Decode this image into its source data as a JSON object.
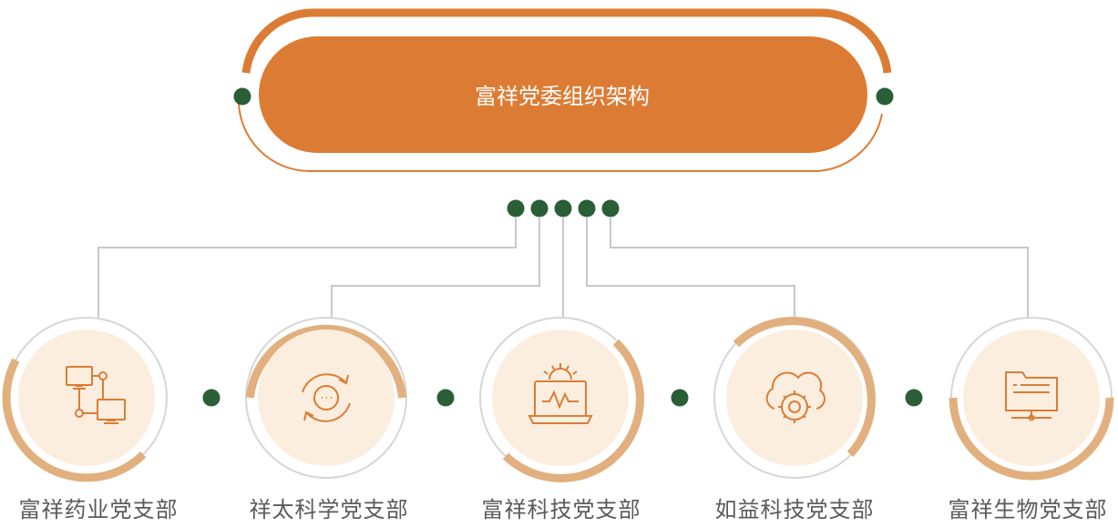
{
  "org": {
    "title": "富祥党委组织架构",
    "branches": [
      {
        "name": "富祥药业党支部",
        "icon": "network-computers-icon"
      },
      {
        "name": "祥太科学党支部",
        "icon": "refresh-cycle-icon"
      },
      {
        "name": "富祥科技党支部",
        "icon": "laptop-gear-monitor-icon"
      },
      {
        "name": "如益科技党支部",
        "icon": "cloud-gear-icon"
      },
      {
        "name": "富祥生物党支部",
        "icon": "server-folder-icon"
      }
    ]
  },
  "colors": {
    "accent": "#dc7c34",
    "ring": "#e1b07e",
    "inner": "#fbeedf",
    "dot": "#2a5e36",
    "line": "#c8c8c8"
  }
}
